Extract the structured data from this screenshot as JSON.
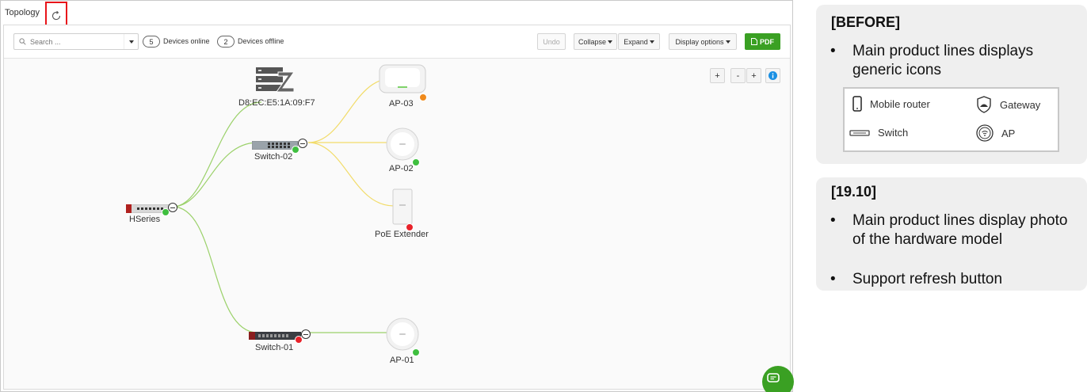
{
  "app": {
    "title": "Topology",
    "search": {
      "placeholder": "Search ..."
    },
    "devices_online_count": "5",
    "devices_online_label": "Devices online",
    "devices_offline_count": "2",
    "devices_offline_label": "Devices offline",
    "undo_label": "Undo",
    "collapse_label": "Collapse",
    "expand_label": "Expand",
    "display_options_label": "Display options",
    "pdf_label": "PDF",
    "zoom": {
      "fit": "+",
      "minus": "-",
      "plus": "+"
    }
  },
  "nodes": {
    "hseries": {
      "label": "HSeries",
      "status": "online"
    },
    "d8ec": {
      "label": "D8:EC:E5:1A:09:F7"
    },
    "switch02": {
      "label": "Switch-02",
      "status": "online"
    },
    "switch01": {
      "label": "Switch-01",
      "status": "offline"
    },
    "ap03": {
      "label": "AP-03",
      "status": "warning"
    },
    "ap02": {
      "label": "AP-02",
      "status": "online"
    },
    "poe": {
      "label": "PoE Extender",
      "status": "offline"
    },
    "ap01": {
      "label": "AP-01",
      "status": "online"
    }
  },
  "colors": {
    "online": "#3fbf3f",
    "offline": "#e8222a",
    "warning": "#f08a1c",
    "link_green": "#9bd16a",
    "link_yellow": "#f2dc6a",
    "accent": "#3aa023",
    "highlight": "#e8141a"
  },
  "notes": {
    "before": {
      "title": "[BEFORE]",
      "bullet1": "Main product lines displays generic icons",
      "legend": {
        "mobile_router": "Mobile router",
        "gateway": "Gateway",
        "switch": "Switch",
        "ap": "AP"
      }
    },
    "after": {
      "title": "[19.10]",
      "bullet1": "Main product lines display photo of the hardware model",
      "bullet2": "Support refresh button"
    }
  }
}
